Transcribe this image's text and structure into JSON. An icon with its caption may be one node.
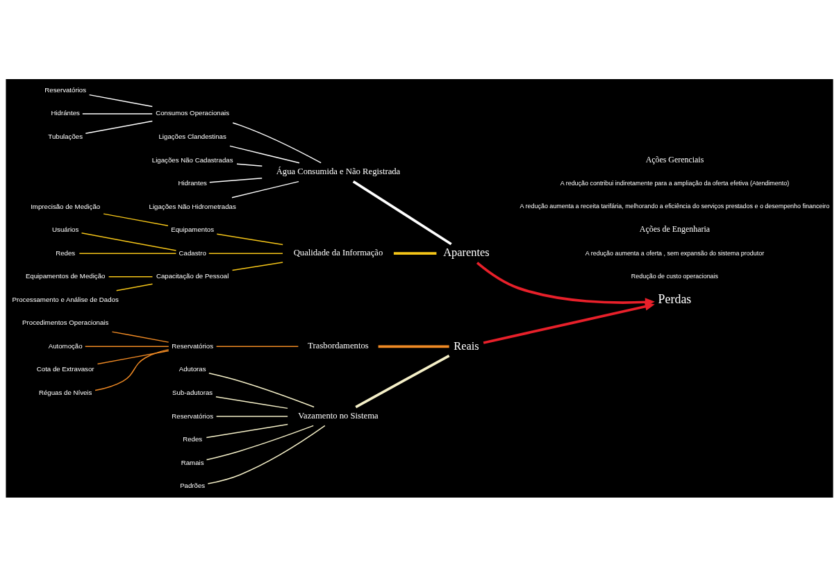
{
  "diagram": {
    "nodes": [
      {
        "text": [
          "Reais"
        ]
      },
      {
        "text": [
          "Trasbordamentos"
        ]
      },
      {
        "text": [
          "Reservatórios"
        ]
      },
      {
        "text": [
          "Procedimentos Operacionais"
        ]
      },
      {
        "text": [
          "Automoção"
        ]
      },
      {
        "text": [
          "Cota de Extravasor"
        ]
      },
      {
        "text": [
          "Réguas de Níveis"
        ]
      },
      {
        "text": [
          "Vazamento no Sistema"
        ]
      },
      {
        "text": [
          "Adutoras"
        ]
      },
      {
        "text": [
          "Sub-adutoras"
        ]
      },
      {
        "text": [
          "Reservatórios"
        ]
      },
      {
        "text": [
          "Redes"
        ]
      },
      {
        "text": [
          "Ramais"
        ]
      },
      {
        "text": [
          "Padrões"
        ]
      },
      {
        "text": [
          "Perdas"
        ]
      },
      {
        "text": [
          "Água Consumida e Não Registrada"
        ]
      },
      {
        "text": [
          "Consumos Operacionais"
        ]
      },
      {
        "text": [
          "Reservatórios"
        ]
      },
      {
        "text": [
          "Hidrántes"
        ]
      },
      {
        "text": [
          "Tubulações"
        ]
      },
      {
        "text": [
          "Ligações Clandestinas"
        ]
      },
      {
        "text": [
          "Ligações Não Cadastradas"
        ]
      },
      {
        "text": [
          "Hidrantes"
        ]
      },
      {
        "text": [
          "Ligações Não Hidrometradas"
        ]
      },
      {
        "text": [
          "Qualidade da Informação"
        ]
      },
      {
        "text": [
          "Equipamentos"
        ]
      },
      {
        "text": [
          "Imprecisão de Medição"
        ]
      },
      {
        "text": [
          "Cadastro"
        ]
      },
      {
        "text": [
          "Usuários"
        ]
      },
      {
        "text": [
          "Redes"
        ]
      },
      {
        "text": [
          "Equipamentos de Medição"
        ]
      },
      {
        "text": [
          "Processamento e Análise de Dados"
        ]
      },
      {
        "text": [
          "Capacitação de Pessoal"
        ]
      },
      {
        "text": [
          "Aparentes"
        ]
      }
    ],
    "edges": [
      {
        "from": 0,
        "to": 14,
        "arrow": "to",
        "style": "thick",
        "color": "#e8202a"
      },
      {
        "from": 33,
        "to": 14,
        "arrow": "to",
        "style": "thick",
        "color": "#e8202a"
      },
      {
        "from": 1,
        "to": 0,
        "arrow": "none",
        "style": "thick",
        "color": "#f08a24"
      },
      {
        "from": 2,
        "to": 1,
        "arrow": "none",
        "color": "#f08a24"
      },
      {
        "from": 3,
        "to": 2,
        "arrow": "none",
        "color": "#f08a24"
      },
      {
        "from": 4,
        "to": 2,
        "arrow": "none",
        "color": "#f08a24"
      },
      {
        "from": 5,
        "to": 2,
        "arrow": "none",
        "color": "#f08a24"
      },
      {
        "from": 6,
        "to": 2,
        "arrow": "none",
        "color": "#f08a24"
      },
      {
        "from": 7,
        "to": 0,
        "arrow": "none",
        "style": "thick",
        "color": "#f5f0c8"
      },
      {
        "from": 8,
        "to": 7,
        "arrow": "none",
        "color": "#f5f0c8"
      },
      {
        "from": 9,
        "to": 7,
        "arrow": "none",
        "color": "#f5f0c8"
      },
      {
        "from": 10,
        "to": 7,
        "arrow": "none",
        "color": "#f5f0c8"
      },
      {
        "from": 11,
        "to": 7,
        "arrow": "none",
        "color": "#f5f0c8"
      },
      {
        "from": 12,
        "to": 7,
        "arrow": "none",
        "color": "#f5f0c8"
      },
      {
        "from": 13,
        "to": 7,
        "arrow": "none",
        "color": "#f5f0c8"
      },
      {
        "from": 15,
        "to": 33,
        "arrow": "none",
        "style": "thick",
        "color": "#ffffff"
      },
      {
        "from": 16,
        "to": 15,
        "arrow": "none",
        "color": "#ffffff"
      },
      {
        "from": 17,
        "to": 16,
        "arrow": "none",
        "color": "#ffffff"
      },
      {
        "from": 18,
        "to": 16,
        "arrow": "none",
        "color": "#ffffff"
      },
      {
        "from": 19,
        "to": 16,
        "arrow": "none",
        "color": "#ffffff"
      },
      {
        "from": 20,
        "to": 15,
        "arrow": "none",
        "color": "#ffffff"
      },
      {
        "from": 21,
        "to": 15,
        "arrow": "none",
        "color": "#ffffff"
      },
      {
        "from": 22,
        "to": 15,
        "arrow": "none",
        "color": "#ffffff"
      },
      {
        "from": 23,
        "to": 15,
        "arrow": "none",
        "color": "#ffffff"
      },
      {
        "from": 24,
        "to": 33,
        "arrow": "none",
        "style": "thick",
        "color": "#f5c518"
      },
      {
        "from": 25,
        "to": 24,
        "arrow": "none",
        "color": "#f5c518"
      },
      {
        "from": 26,
        "to": 25,
        "arrow": "none",
        "color": "#f5c518"
      },
      {
        "from": 27,
        "to": 24,
        "arrow": "none",
        "color": "#f5c518"
      },
      {
        "from": 28,
        "to": 27,
        "arrow": "none",
        "color": "#f5c518"
      },
      {
        "from": 29,
        "to": 27,
        "arrow": "none",
        "color": "#f5c518"
      },
      {
        "from": 32,
        "to": 24,
        "arrow": "none",
        "color": "#f5c518"
      },
      {
        "from": 30,
        "to": 32,
        "arrow": "none",
        "color": "#f5c518"
      },
      {
        "from": 31,
        "to": 32,
        "arrow": "none",
        "color": "#f5c518"
      }
    ],
    "labels": [
      "Redução de custo operacionais",
      "A redução aumenta a oferta , sem expansão do sistema produtor",
      "Ações de Engenharia",
      "A redução aumenta a receita tarifária, melhorando a eficiência do serviços prestados e o desempenho financeiro",
      "A redução contribui indiretamente para a ampliação da oferta efetiva (Atendimento)",
      "Ações Gerenciais"
    ]
  }
}
